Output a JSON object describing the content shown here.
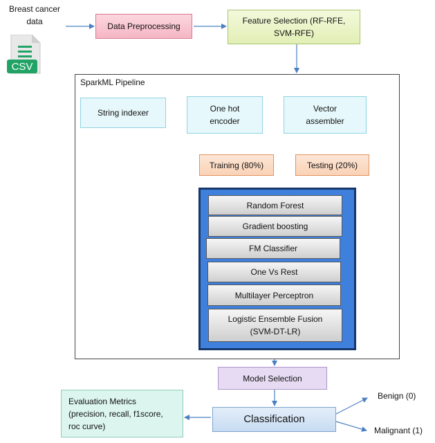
{
  "input": {
    "line1": "Breast cancer",
    "line2": "data",
    "icon_label": "CSV",
    "icon": "csv-file-icon"
  },
  "nodes": {
    "data_preprocessing": "Data Preprocessing",
    "feature_selection": {
      "line1": "Feature Selection (RF-RFE,",
      "line2": "SVM-RFE)"
    },
    "pipeline_title": "SparkML Pipeline",
    "string_indexer": "String indexer",
    "one_hot": {
      "line1": "One hot",
      "line2": "encoder"
    },
    "vector_assembler": {
      "line1": "Vector",
      "line2": "assembler"
    },
    "training": "Training (80%)",
    "testing": "Testing (20%)",
    "models": [
      "Random Forest",
      "Gradient boosting",
      "FM Classifier",
      "One Vs Rest",
      "Multilayer Perceptron"
    ],
    "ensemble": {
      "line1": "Logistic Ensemble Fusion",
      "line2": "(SVM-DT-LR)"
    },
    "model_selection": "Model Selection",
    "classification": "Classification",
    "evaluation": {
      "line1": "Evaluation Metrics",
      "line2": "(precision, recall, f1score,",
      "line3": "roc curve)"
    },
    "benign": "Benign (0)",
    "malignant": "Malignant (1)"
  },
  "colors": {
    "arrow": "#4a7fc1",
    "model_frame": "#3f80dc",
    "model_frame_border": "#17376b",
    "csv_green": "#21a366"
  }
}
